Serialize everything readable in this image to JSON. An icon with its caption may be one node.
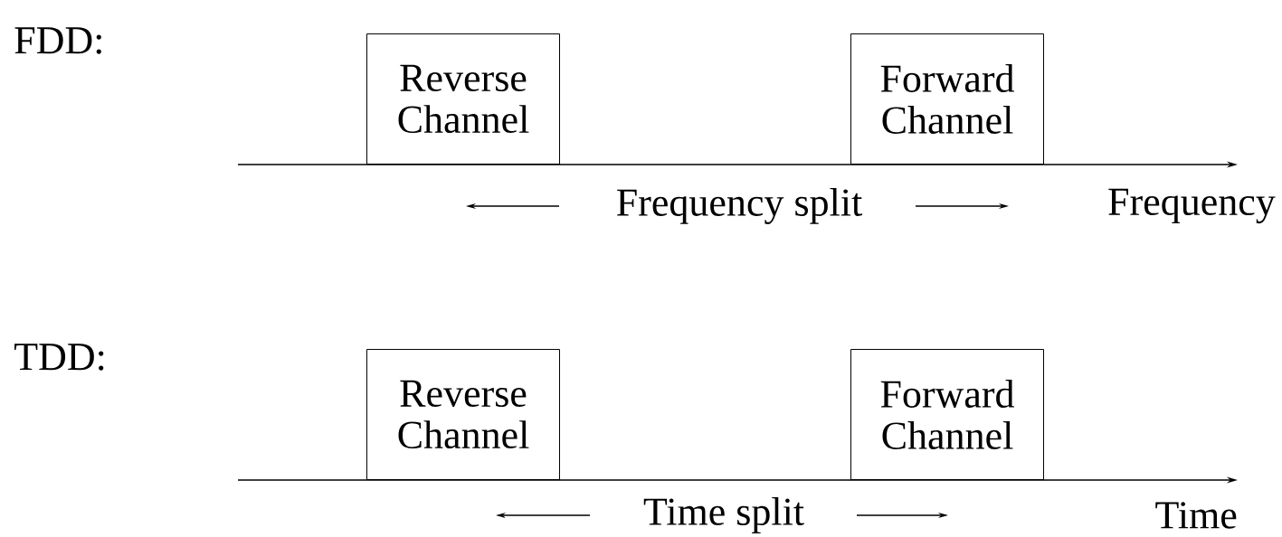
{
  "diagram": {
    "nodes": [
      {
        "text": [
          "Reverse Channel"
        ]
      },
      {
        "text": [
          "Forward Channel"
        ]
      },
      {
        "text": [
          "Reverse Channel"
        ]
      },
      {
        "text": [
          "Forward Channel"
        ]
      }
    ],
    "labels": [
      "FDD:",
      "Frequency split",
      "Frequency",
      "TDD:",
      "Time split",
      "Time"
    ]
  }
}
